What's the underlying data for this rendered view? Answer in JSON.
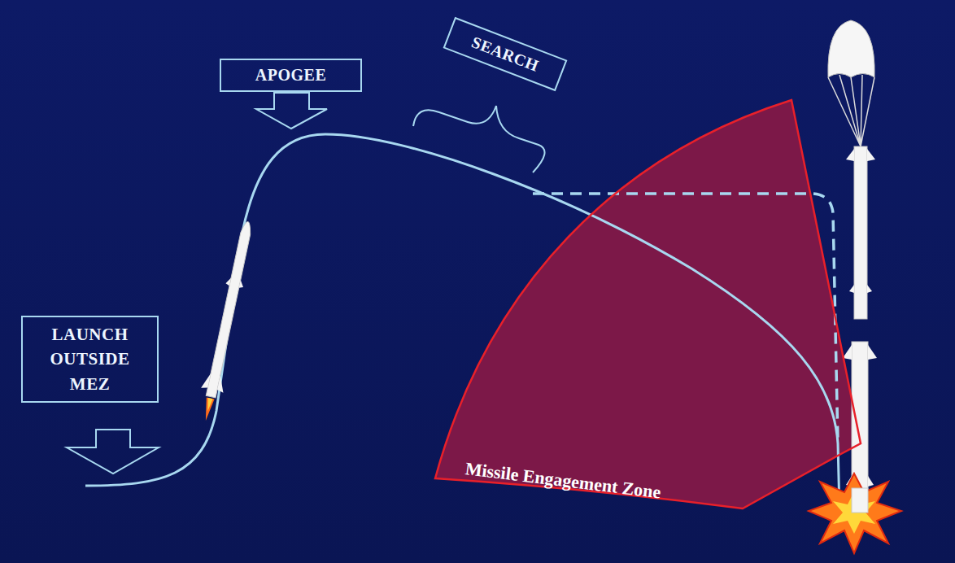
{
  "diagram": {
    "nodes": [
      {
        "text": [
          "APOGEE"
        ]
      },
      {
        "text": [
          "SEARCH"
        ]
      },
      {
        "text": [
          "LAUNCH OUTSIDE MEZ"
        ]
      },
      {
        "text": [
          "Missile Engagement Zone"
        ]
      }
    ]
  }
}
